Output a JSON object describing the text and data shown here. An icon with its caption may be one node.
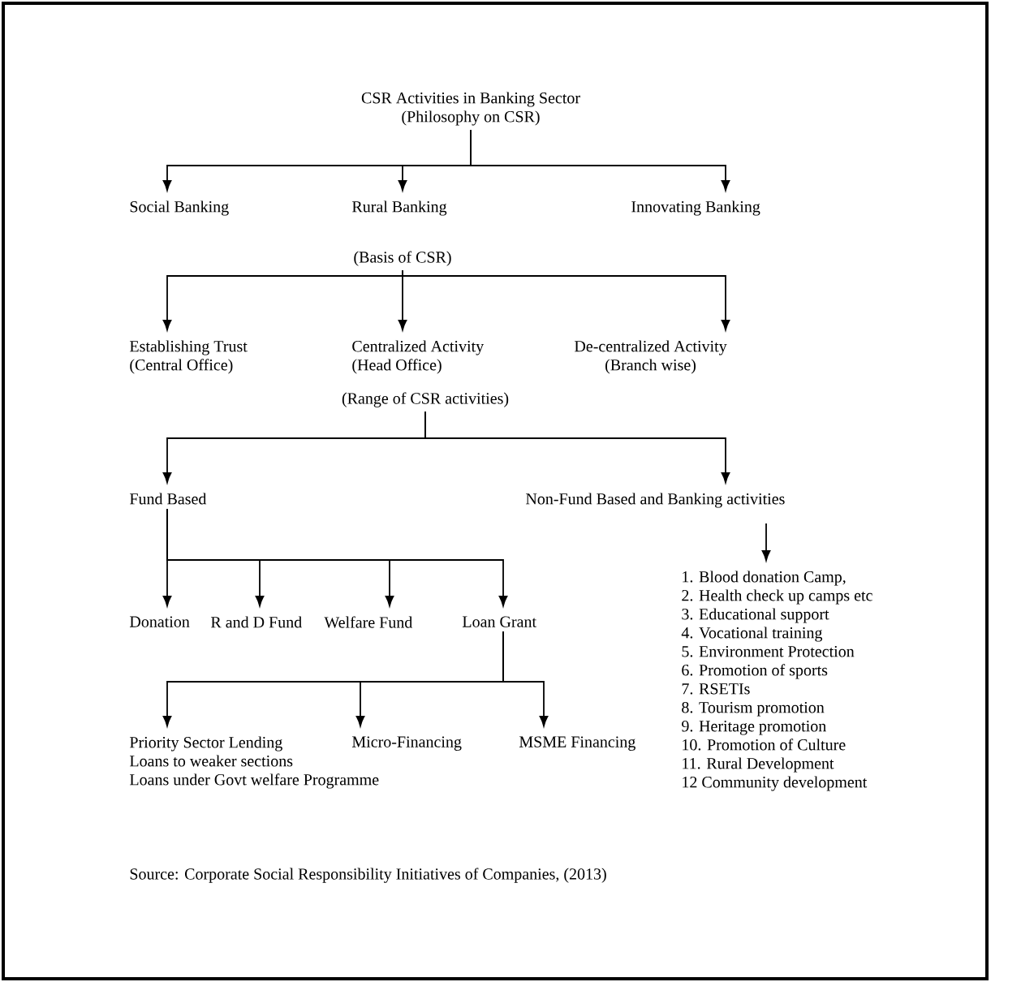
{
  "diagram": {
    "caption": "Source: Corporate Social Responsibility Initiatives of Companies, (2013)",
    "nodes": [
      {
        "text": [
          "CSR Activities in Banking Sector",
          "(Philosophy on CSR)"
        ]
      },
      {
        "text": [
          "Social Banking"
        ]
      },
      {
        "text": [
          "Rural Banking"
        ],
        "beside": [
          "(Basis of CSR)"
        ]
      },
      {
        "text": [
          "Innovating Banking"
        ]
      },
      {
        "text": [
          "Establishing Trust",
          "(Central Office)"
        ]
      },
      {
        "text": [
          "Centralized Activity",
          "(Head Office)"
        ],
        "beside": [
          "(Range of CSR activities)"
        ]
      },
      {
        "text": [
          "De-centralized Activity",
          "(Branch wise)"
        ]
      },
      {
        "text": [
          "Fund Based"
        ]
      },
      {
        "text": [
          "Non-Fund Based and Banking activities"
        ]
      },
      {
        "text": [
          "Donation"
        ]
      },
      {
        "text": [
          "R and D Fund"
        ]
      },
      {
        "text": [
          "Welfare Fund"
        ]
      },
      {
        "text": [
          "Loan Grant"
        ]
      },
      {
        "text": [
          "Priority Sector Lending",
          "Loans to weaker sections",
          "Loans under Govt welfare Programme"
        ]
      },
      {
        "text": [
          "Micro-Financing"
        ]
      },
      {
        "text": [
          "MSME Financing"
        ]
      },
      {
        "text": [
          "1. Blood donation Camp,",
          "2. Health check up camps etc",
          "3. Educational support",
          "4. Vocational training",
          "5. Environment Protection",
          "6. Promotion of sports",
          "7. RSETIs",
          "8. Tourism promotion",
          "9. Heritage promotion",
          "10. Promotion of Culture",
          "11. Rural Development",
          "12 Community development"
        ]
      }
    ],
    "edges": [
      {
        "from": 0,
        "to": 1,
        "arrow": "to"
      },
      {
        "from": 0,
        "to": 2,
        "arrow": "to"
      },
      {
        "from": 0,
        "to": 3,
        "arrow": "to"
      },
      {
        "from": 2,
        "to": 4,
        "arrow": "to"
      },
      {
        "from": 2,
        "to": 5,
        "arrow": "to"
      },
      {
        "from": 2,
        "to": 6,
        "arrow": "to"
      },
      {
        "from": 5,
        "to": 7,
        "arrow": "to"
      },
      {
        "from": 5,
        "to": 8,
        "arrow": "to"
      },
      {
        "from": 7,
        "to": 9,
        "arrow": "to"
      },
      {
        "from": 7,
        "to": 10,
        "arrow": "to"
      },
      {
        "from": 7,
        "to": 11,
        "arrow": "to"
      },
      {
        "from": 7,
        "to": 12,
        "arrow": "to"
      },
      {
        "from": 12,
        "to": 13,
        "arrow": "to"
      },
      {
        "from": 12,
        "to": 14,
        "arrow": "to"
      },
      {
        "from": 12,
        "to": 15,
        "arrow": "to"
      },
      {
        "from": 8,
        "to": 16,
        "arrow": "to"
      }
    ]
  }
}
